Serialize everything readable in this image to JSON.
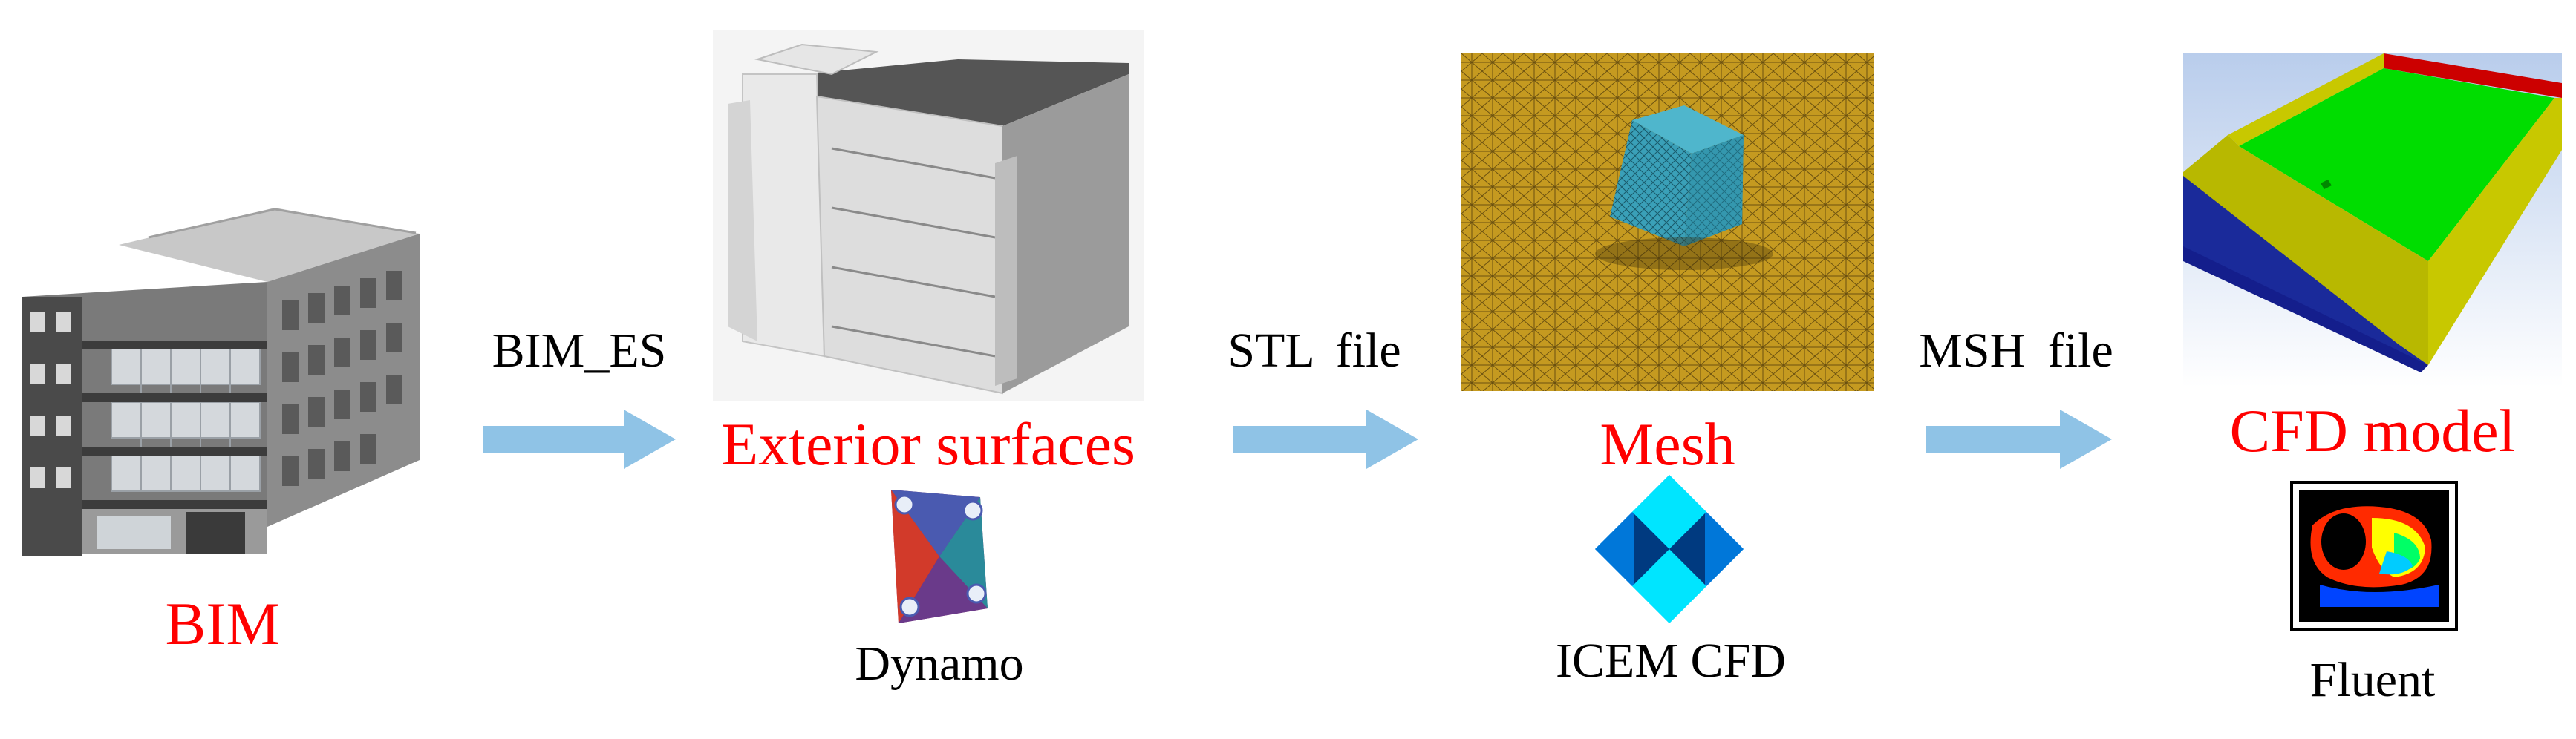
{
  "stages": [
    {
      "caption": "BIM",
      "tool": ""
    },
    {
      "caption": "Exterior surfaces",
      "tool": "Dynamo"
    },
    {
      "caption": "Mesh",
      "tool": "ICEM CFD"
    },
    {
      "caption": "CFD model",
      "tool": "Fluent"
    }
  ],
  "transitions": [
    {
      "label": "BIM_ES"
    },
    {
      "label": "STL  file"
    },
    {
      "label": "MSH  file"
    }
  ],
  "colors": {
    "caption": "#ff0000",
    "arrow": "#8fc3e6",
    "text": "#000000"
  },
  "icons": [
    "building-model-icon",
    "extruded-surfaces-icon",
    "mesh-cube-icon",
    "cfd-box-icon",
    "dynamo-logo-icon",
    "icem-cfd-logo-icon",
    "fluent-logo-icon"
  ]
}
